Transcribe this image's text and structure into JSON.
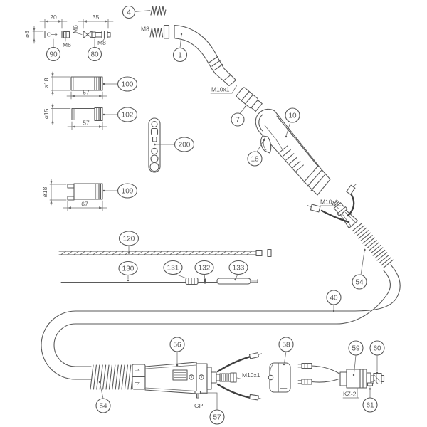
{
  "callouts": {
    "c90": "90",
    "c80": "80",
    "c4": "4",
    "c1": "1",
    "c100": "100",
    "c102": "102",
    "c200": "200",
    "c109": "109",
    "c7": "7",
    "c10": "10",
    "c18": "18",
    "c120": "120",
    "c130": "130",
    "c131": "131",
    "c132": "132",
    "c133": "133",
    "c40": "40",
    "c54a": "54",
    "c54b": "54",
    "c56": "56",
    "c57": "57",
    "c58": "58",
    "c59": "59",
    "c60": "60",
    "c61": "61"
  },
  "dimensions": {
    "part90": {
      "diameter": "ø8",
      "length": "20",
      "thread": "M6"
    },
    "part80": {
      "thread_left": "M6",
      "length": "35",
      "thread_right": "M8"
    },
    "part1": {
      "thread_rear": "M8",
      "thread_front": "M10x1"
    },
    "part100": {
      "diameter": "ø18",
      "length": "57"
    },
    "part102": {
      "diameter": "ø15",
      "length": "57"
    },
    "part109": {
      "diameter": "ø18",
      "length": "67"
    },
    "torch_rear": {
      "thread": "M10x1"
    },
    "connector": {
      "thread": "M10x1"
    },
    "part57": {
      "label": "GP"
    },
    "part59": {
      "label": "KZ-2"
    }
  }
}
